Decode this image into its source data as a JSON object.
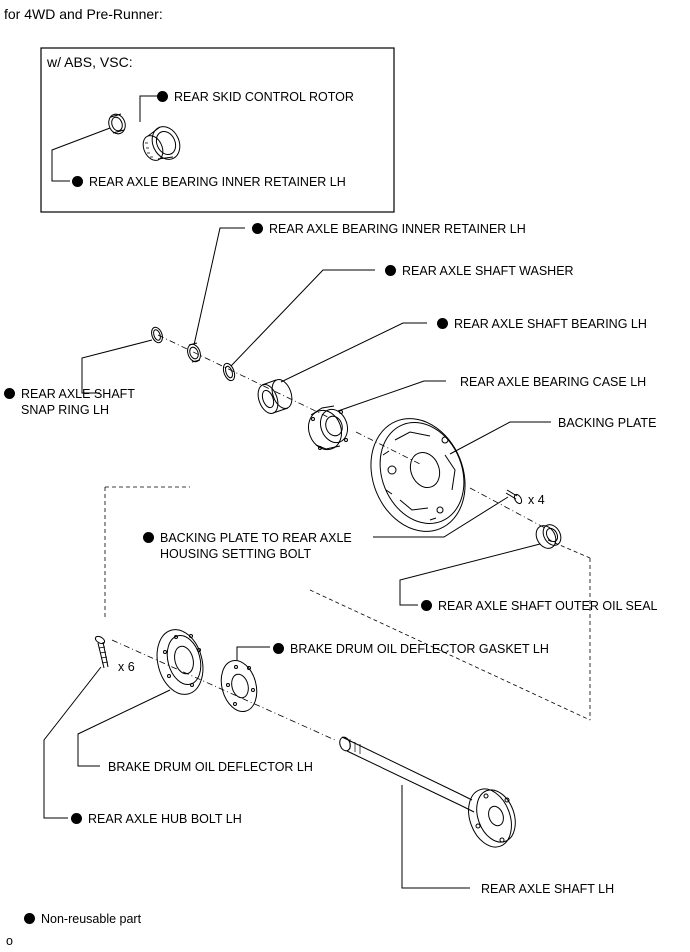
{
  "header": {
    "title": "for 4WD and Pre-Runner:"
  },
  "inset": {
    "title": "w/ ABS, VSC:",
    "labels": {
      "skid_control_rotor": "REAR SKID CONTROL ROTOR",
      "inner_retainer": "REAR AXLE BEARING INNER RETAINER LH"
    }
  },
  "labels": {
    "inner_retainer": "REAR AXLE BEARING INNER RETAINER LH",
    "shaft_washer": "REAR AXLE SHAFT WASHER",
    "shaft_bearing": "REAR AXLE SHAFT BEARING LH",
    "bearing_case": "REAR AXLE BEARING CASE LH",
    "backing_plate": "BACKING PLATE",
    "snap_ring_line1": "REAR AXLE SHAFT",
    "snap_ring_line2": "SNAP RING LH",
    "qty_bolt_4": "x 4",
    "setting_bolt_line1": "BACKING PLATE TO REAR AXLE",
    "setting_bolt_line2": "HOUSING SETTING BOLT",
    "outer_oil_seal": "REAR AXLE SHAFT OUTER OIL SEAL",
    "qty_bolt_6": "x 6",
    "deflector_gasket": "BRAKE DRUM OIL DEFLECTOR GASKET LH",
    "oil_deflector": "BRAKE DRUM OIL DEFLECTOR LH",
    "hub_bolt": "REAR AXLE HUB BOLT LH",
    "axle_shaft": "REAR AXLE SHAFT LH"
  },
  "legend": {
    "label": "Non-reusable part",
    "symbol": "filled-circle-icon"
  },
  "footer": {
    "code": "o"
  },
  "colors": {
    "ink": "#000000",
    "background": "#ffffff"
  }
}
